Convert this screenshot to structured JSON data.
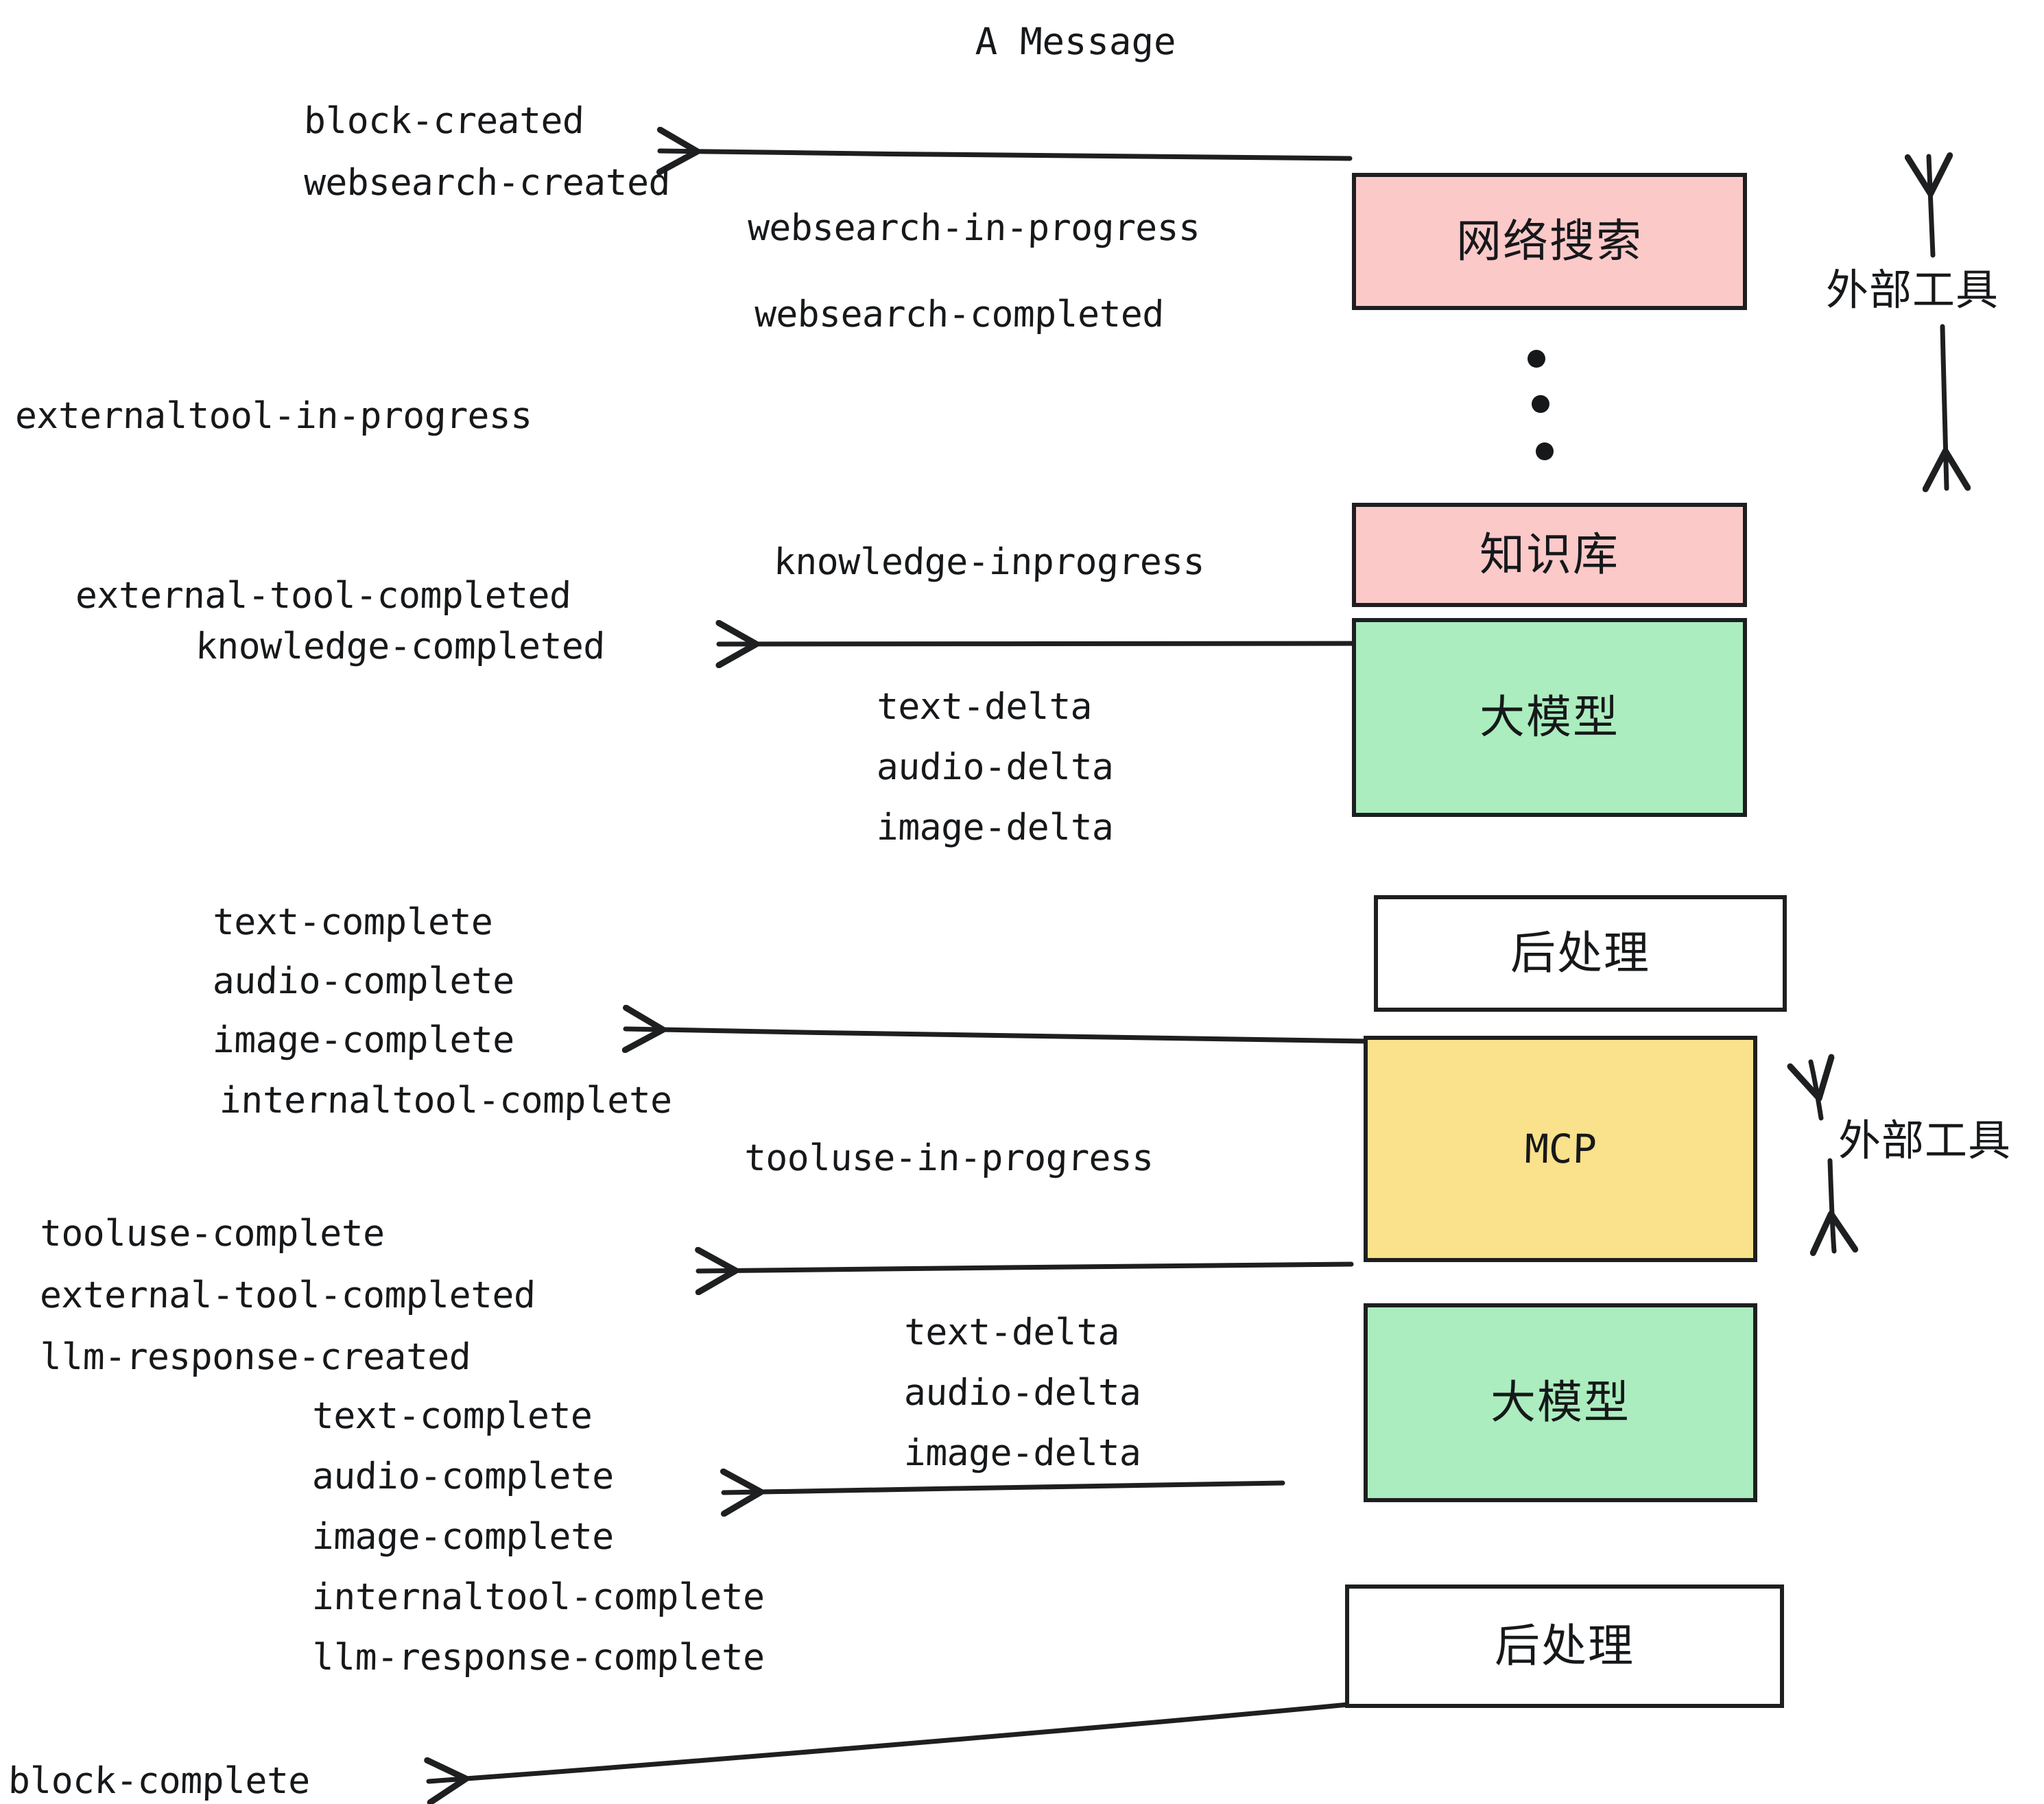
{
  "diagram": {
    "title": "A Message",
    "colors": {
      "external_tool_box": "#FCC9C9",
      "llm_box": "#ABEDBE",
      "mcp_box": "#FAE18B",
      "postprocess_box": "#FFFFFF",
      "stroke": "#1d1f20",
      "text": "#16181a",
      "background": "#FFFFFF"
    },
    "boxes": [
      {
        "id": "websearch",
        "label": "网络搜索",
        "fill": "#FCC9C9",
        "kind": "cjk"
      },
      {
        "id": "knowledge",
        "label": "知识库",
        "fill": "#FCC9C9",
        "kind": "cjk"
      },
      {
        "id": "llm-1",
        "label": "大模型",
        "fill": "#ABEDBE",
        "kind": "cjk"
      },
      {
        "id": "postprocess-1",
        "label": "后处理",
        "fill": "#FFFFFF",
        "kind": "cjk"
      },
      {
        "id": "mcp",
        "label": "MCP",
        "fill": "#FAE18B",
        "kind": "latin"
      },
      {
        "id": "llm-2",
        "label": "大模型",
        "fill": "#ABEDBE",
        "kind": "cjk"
      },
      {
        "id": "postprocess-2",
        "label": "后处理",
        "fill": "#FFFFFF",
        "kind": "cjk"
      }
    ],
    "side_annotations": [
      {
        "id": "external-tool-top",
        "label": "外部工具"
      },
      {
        "id": "external-tool-bottom",
        "label": "外部工具"
      }
    ],
    "events": [
      {
        "id": "e01",
        "text": "block-created"
      },
      {
        "id": "e02",
        "text": "websearch-created"
      },
      {
        "id": "e03",
        "text": "websearch-in-progress"
      },
      {
        "id": "e04",
        "text": "websearch-completed"
      },
      {
        "id": "e05",
        "text": "externaltool-in-progress"
      },
      {
        "id": "e06",
        "text": "knowledge-inprogress"
      },
      {
        "id": "e07",
        "text": "external-tool-completed"
      },
      {
        "id": "e08",
        "text": "knowledge-completed"
      },
      {
        "id": "e09",
        "text": "text-delta"
      },
      {
        "id": "e10",
        "text": "audio-delta"
      },
      {
        "id": "e11",
        "text": "image-delta"
      },
      {
        "id": "e12",
        "text": "text-complete"
      },
      {
        "id": "e13",
        "text": "audio-complete"
      },
      {
        "id": "e14",
        "text": "image-complete"
      },
      {
        "id": "e15",
        "text": "internaltool-complete"
      },
      {
        "id": "e16",
        "text": "tooluse-in-progress"
      },
      {
        "id": "e17",
        "text": "tooluse-complete"
      },
      {
        "id": "e18",
        "text": "external-tool-completed"
      },
      {
        "id": "e19",
        "text": "llm-response-created"
      },
      {
        "id": "e20",
        "text": "text-complete"
      },
      {
        "id": "e21",
        "text": "audio-delta"
      },
      {
        "id": "e22",
        "text": "text-delta"
      },
      {
        "id": "e23",
        "text": "image-delta"
      },
      {
        "id": "e24",
        "text": "audio-complete"
      },
      {
        "id": "e25",
        "text": "image-complete"
      },
      {
        "id": "e26",
        "text": "internaltool-complete"
      },
      {
        "id": "e27",
        "text": "llm-response-complete"
      },
      {
        "id": "e28",
        "text": "block-complete"
      }
    ]
  }
}
